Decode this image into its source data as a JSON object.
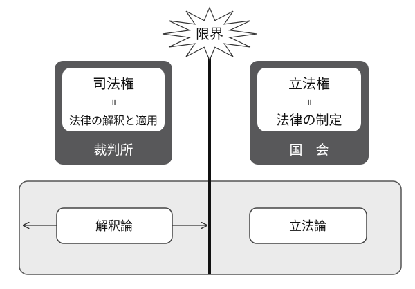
{
  "limit_label": "限界",
  "judiciary": {
    "power": "司法権",
    "equals": "॥",
    "definition": "法律の解釈と適用",
    "institution": "裁判所"
  },
  "legislature": {
    "power": "立法権",
    "equals": "॥",
    "definition": "法律の制定",
    "institution": "国　会"
  },
  "bottom": {
    "left_theory": "解釈論",
    "right_theory": "立法論"
  },
  "colors": {
    "dark_box": "#58585a",
    "panel": "#ebebeb",
    "line": "#111111"
  }
}
